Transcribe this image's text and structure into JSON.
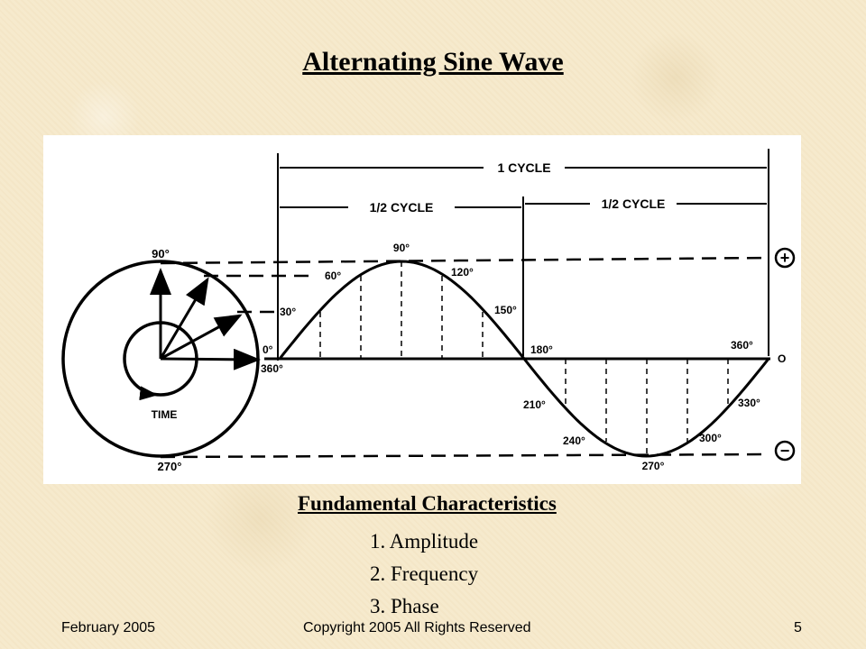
{
  "slide": {
    "title": "Alternating Sine Wave",
    "subtitle": "Fundamental Characteristics",
    "items": [
      "1. Amplitude",
      "2. Frequency",
      "3. Phase"
    ],
    "footer": {
      "date": "February 2005",
      "copyright": "Copyright 2005 All Rights Reserved",
      "page": "5"
    }
  },
  "diagram": {
    "cycle_label": "1 CYCLE",
    "half_cycle_label": "1/2 CYCLE",
    "time_label": "TIME",
    "plus_symbol": "+",
    "minus_symbol": "−",
    "zero_label": "O",
    "circle_labels": {
      "top": "90°",
      "bottom": "270°"
    },
    "wave_labels": {
      "start_top": "0°",
      "start_bottom": "360°",
      "d30": "30°",
      "d60": "60°",
      "d90": "90°",
      "d120": "120°",
      "d150": "150°",
      "d180": "180°",
      "d210": "210°",
      "d240": "240°",
      "d270": "270°",
      "d300": "300°",
      "d330": "330°",
      "d360": "360°"
    }
  }
}
